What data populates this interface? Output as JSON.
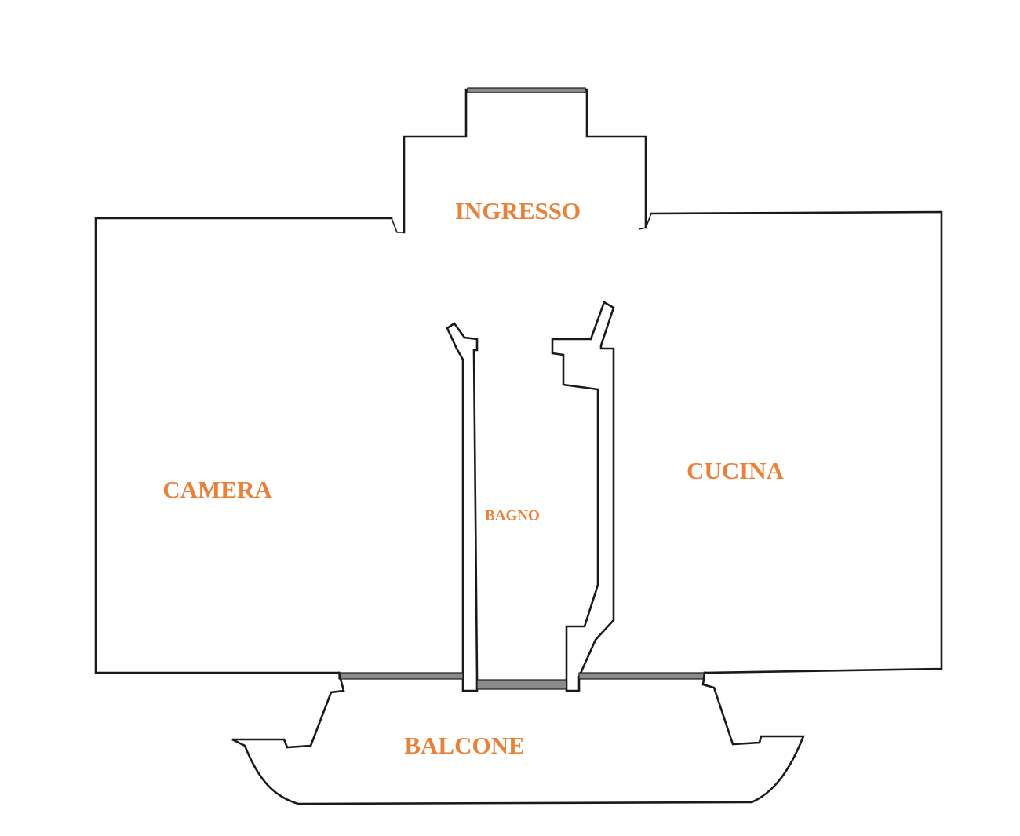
{
  "floorplan": {
    "label_color": "#E8823A",
    "wall_color": "#1a1a1a",
    "rooms": {
      "ingresso": "INGRESSO",
      "camera": "CAMERA",
      "cucina": "CUCINA",
      "bagno": "BAGNO",
      "balcone": "BALCONE"
    }
  }
}
